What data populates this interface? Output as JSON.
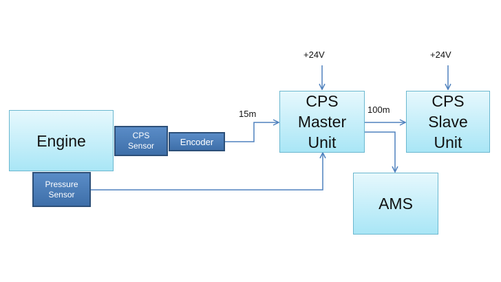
{
  "colors": {
    "connector": "#4f81bd",
    "light_fill": "#a9e6f6",
    "dark_fill": "#4a7cb8"
  },
  "nodes": {
    "engine": "Engine",
    "cps_sensor": "CPS\nSensor",
    "encoder": "Encoder",
    "pressure_sensor": "Pressure\nSensor",
    "cps_master": "CPS\nMaster\nUnit",
    "cps_slave": "CPS\nSlave\nUnit",
    "ams": "AMS"
  },
  "labels": {
    "master_supply": "+24V",
    "slave_supply": "+24V",
    "encoder_cable": "15m",
    "master_slave_cable": "100m"
  }
}
